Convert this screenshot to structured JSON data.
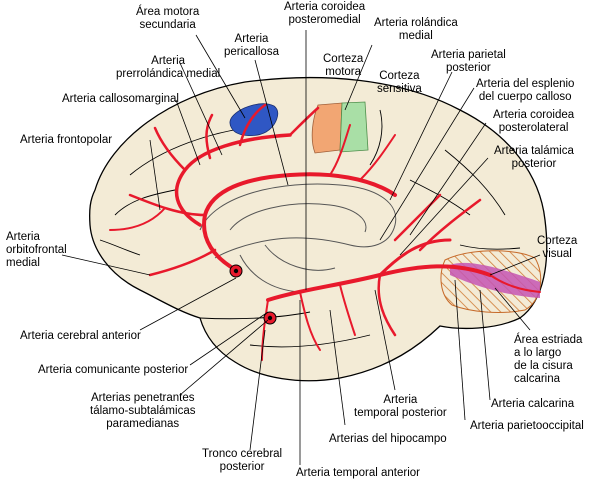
{
  "labels": {
    "motor_secondary": "Área motora\nsecundaria",
    "pericallosa": "Arteria\npericallosa",
    "coroidea_post_medial": "Arteria coroidea\nposteromedial",
    "rolandica_medial": "Arteria rolándica\nmedial",
    "corteza_motora": "Corteza\nmotora",
    "corteza_sensitiva": "Corteza\nsensitiva",
    "prerrolandica_medial": "Arteria\nprerrolándica medial",
    "parietal_posterior": "Arteria parietal\nposterior",
    "callosomarginal": "Arteria callosomarginal",
    "esplenio": "Arteria del esplenio\ndel cuerpo calloso",
    "frontopolar": "Arteria frontopolar",
    "coroidea_post_lateral": "Arteria coroidea\nposterolateral",
    "talamica_posterior": "Arteria talámica\nposterior",
    "corteza_visual": "Corteza\nvisual",
    "orbitofrontal": "Arteria\norbitofrontal\nmedial",
    "cerebral_anterior": "Arteria cerebral anterior",
    "area_estriada": "Área estriada\na lo largo\nde la cisura\ncalcarina",
    "comunicante_posterior": "Arteria comunicante posterior",
    "penetrantes": "Arterias penetrantes\ntálamo-subtalámicas\nparamedianas",
    "temporal_posterior": "Arteria\ntemporal posterior",
    "calcarina": "Arteria calcarina",
    "parietooccipital": "Arteria parietooccipital",
    "hipocampo": "Arterias del hipocampo",
    "tronco_cerebral_posterior": "Tronco cerebral\nposterior",
    "temporal_anterior": "Arteria temporal anterior"
  },
  "colors": {
    "brain_fill": "#f3ebd6",
    "artery": "#e8192c",
    "motor_secondary_area": "#2f57c4",
    "motor_cortex": "#f2a673",
    "sensory_cortex": "#a9dfa6",
    "visual_cortex": "#c455b3",
    "striate_hatch": "#d07a33"
  }
}
